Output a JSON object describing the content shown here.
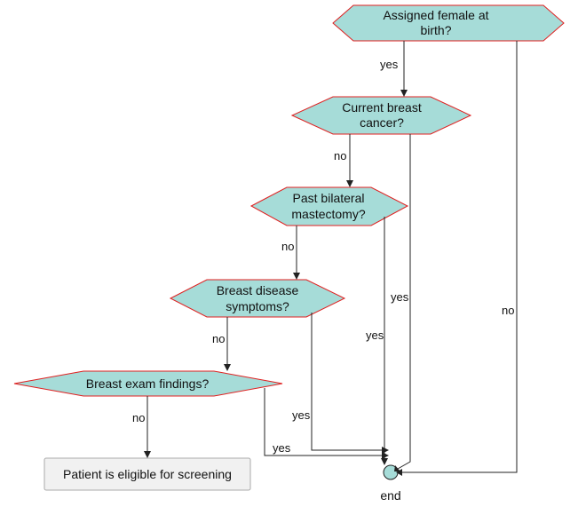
{
  "decisions": {
    "female": {
      "line1": "Assigned female at",
      "line2": "birth?"
    },
    "cancer": {
      "line1": "Current breast",
      "line2": "cancer?"
    },
    "mastectomy": {
      "line1": "Past bilateral",
      "line2": "mastectomy?"
    },
    "symptoms": {
      "line1": "Breast disease",
      "line2": "symptoms?"
    },
    "exam": {
      "line1": "Breast exam findings?"
    }
  },
  "edges": {
    "female_yes": "yes",
    "female_no": "no",
    "cancer_no": "no",
    "cancer_yes": "yes",
    "mastectomy_no": "no",
    "mastectomy_yes": "yes",
    "symptoms_no": "no",
    "symptoms_yes": "yes",
    "exam_no": "no",
    "exam_yes": "yes"
  },
  "outcome": {
    "label": "Patient is eligible for screening"
  },
  "end": {
    "label": "end"
  }
}
